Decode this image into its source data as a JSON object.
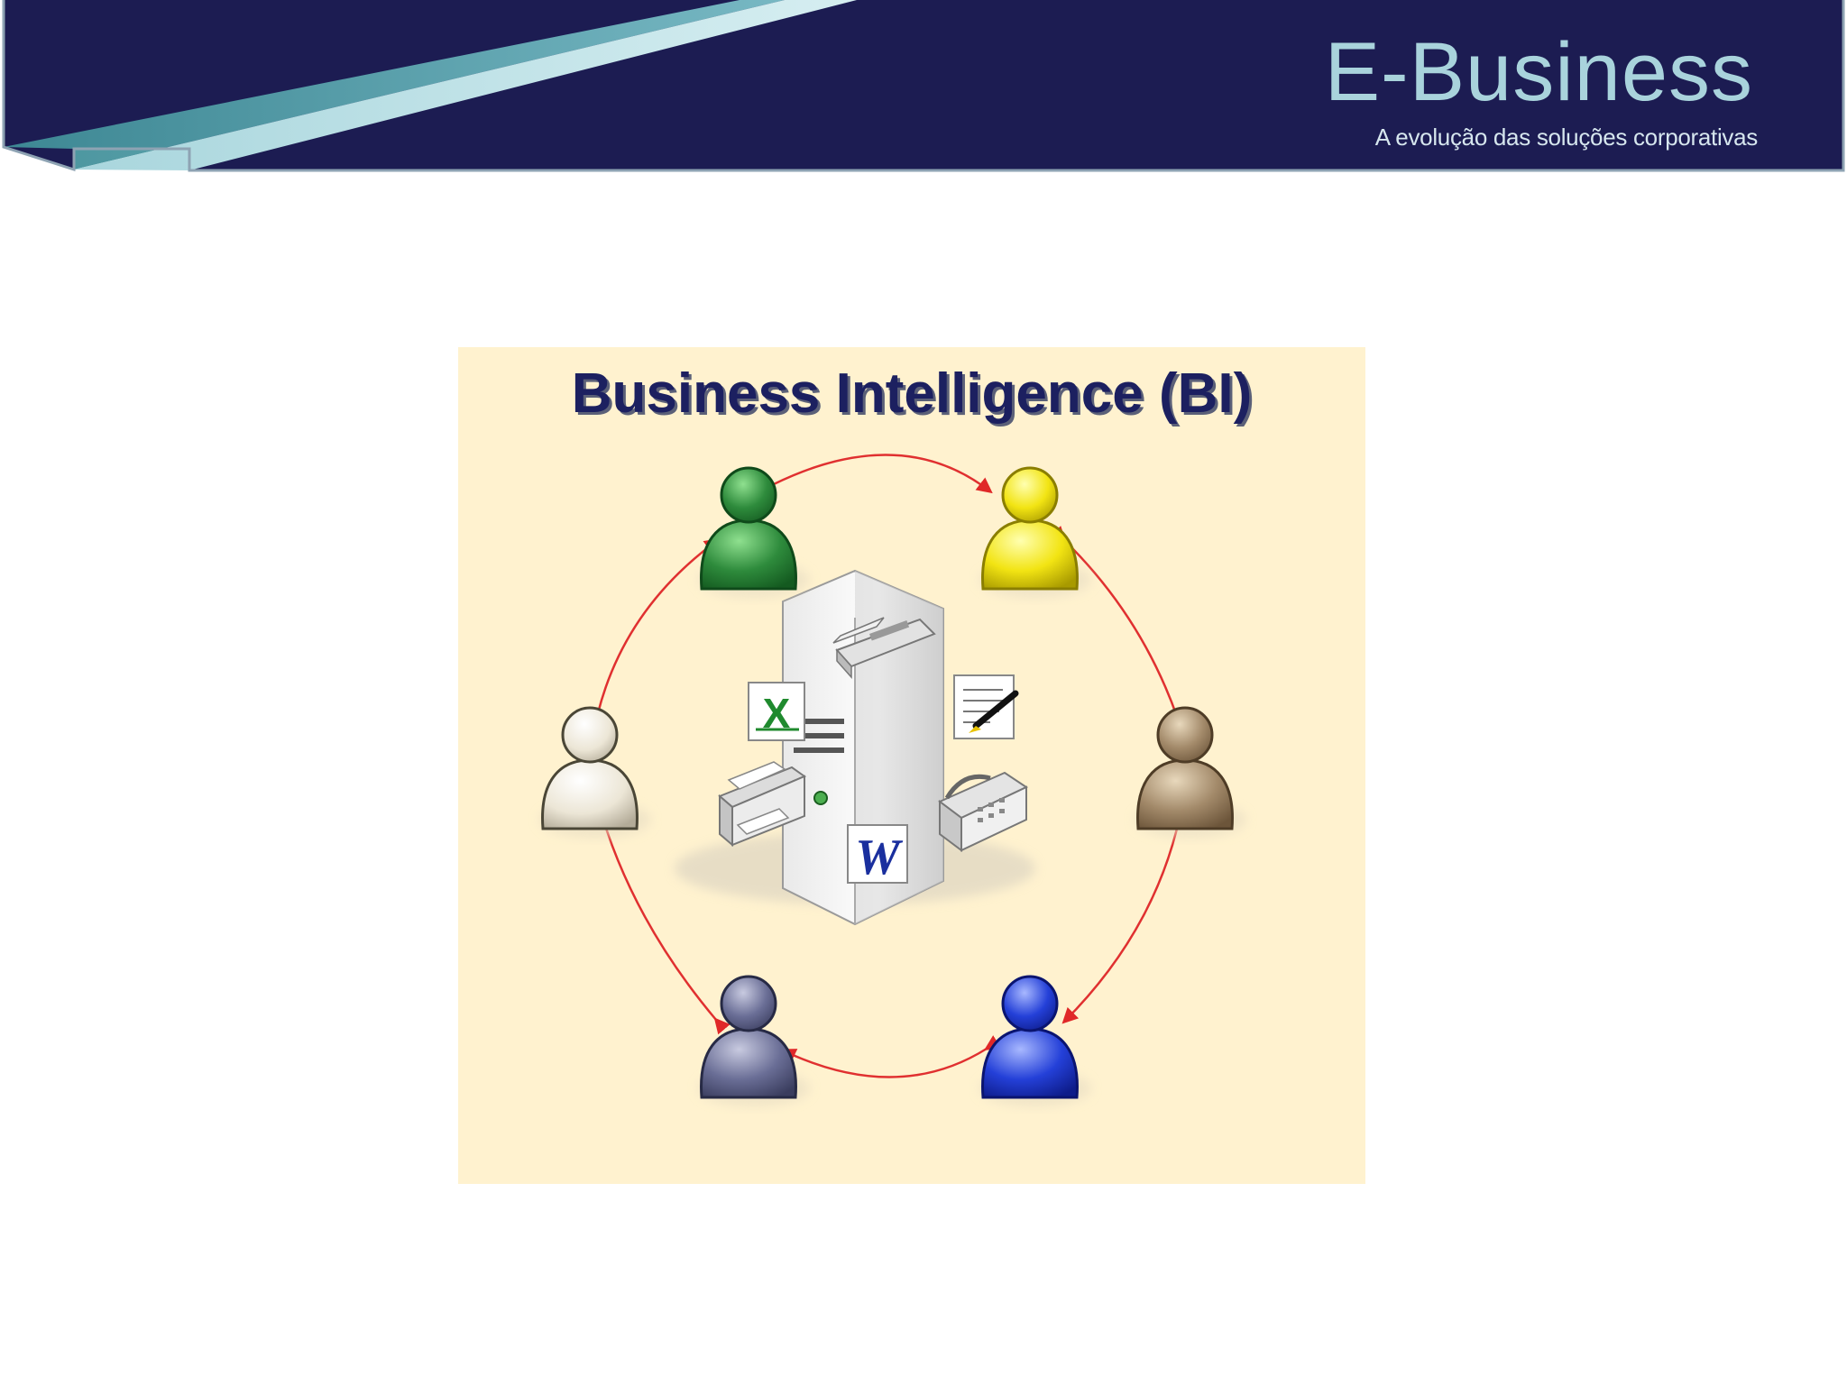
{
  "header": {
    "title": "E-Business",
    "subtitle": "A evolução das soluções corporativas"
  },
  "diagram": {
    "title": "Business Intelligence (BI)",
    "users": [
      {
        "color": "#2e8b3c"
      },
      {
        "color": "#f2e413"
      },
      {
        "color": "#a38a6a"
      },
      {
        "color": "#2440d8"
      },
      {
        "color": "#6a6e96"
      },
      {
        "color": "#ece6d6"
      }
    ],
    "server_icons": [
      "excel-icon",
      "word-icon",
      "document-pen-icon",
      "printer-icon",
      "fax-icon",
      "scanner-icon"
    ],
    "colors": {
      "header_bg": "#1c1c52",
      "stripe_teal": "#4a97a1",
      "stripe_light": "#b5dde3",
      "panel_bg": "#fff2cf",
      "ring": "#e03030"
    }
  }
}
